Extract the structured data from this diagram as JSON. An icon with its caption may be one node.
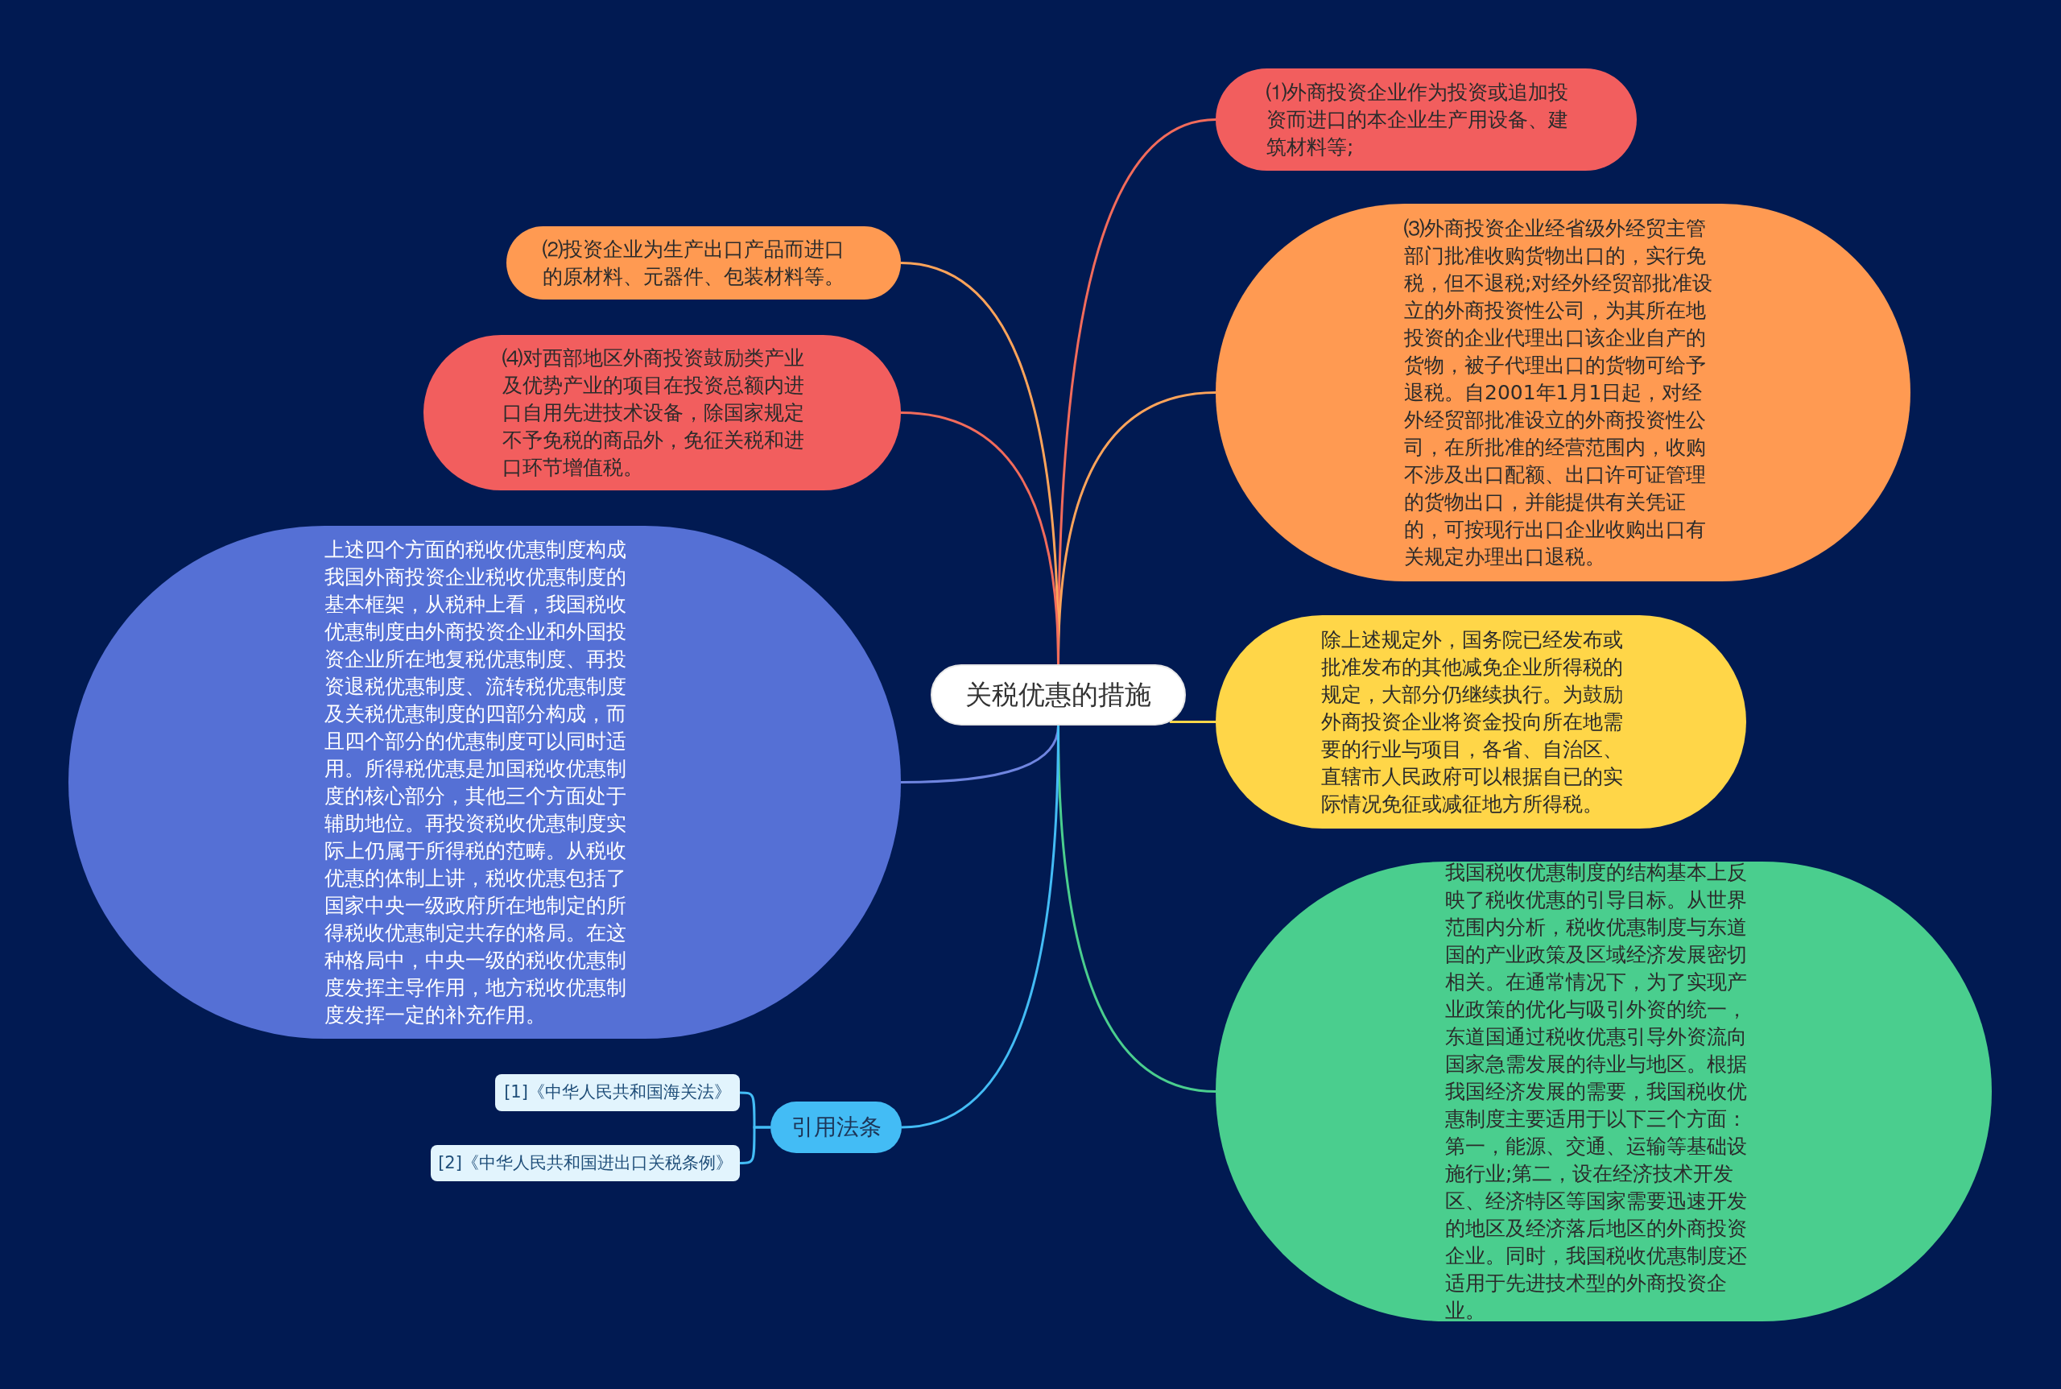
{
  "diagram": {
    "nodes": [
      {
        "text": [
          "关税优惠的措施"
        ]
      },
      {
        "text": [
          "⑴外商投资企业作为投资或追加投资而进口的本企业生产用设备、建筑材料等;"
        ]
      },
      {
        "text": [
          "⑵投资企业为生产出口产品而进口的原材料、元器件、包装材料等。"
        ]
      },
      {
        "text": [
          "⑶外商投资企业经省级外经贸主管部门批准收购货物出口的，实行免税，但不退税;对经外经贸部批准设立的外商投资性公司，为其所在地投资的企业代理出口该企业自产的货物，被子代理出口的货物可给予退税。自2001年1月1日起，对经外经贸部批准设立的外商投资性公司，在所批准的经营范围内，收购不涉及出口配额、出口许可证管理的货物出口，并能提供有关凭证的，可按现行出口企业收购出口有关规定办理出口退税。"
        ]
      },
      {
        "text": [
          "⑷对西部地区外商投资鼓励类产业及优势产业的项目在投资总额内进口自用先进技术设备，除国家规定不予免税的商品外，免征关税和进口环节增值税。"
        ]
      },
      {
        "text": [
          "上述四个方面的税收优惠制度构成我国外商投资企业税收优惠制度的基本框架，从税种上看，我国税收优惠制度由外商投资企业和外国投资企业所在地复税优惠制度、再投资退税优惠制度、流转税优惠制度及关税优惠制度的四部分构成，而且四个部分的优惠制度可以同时适用。所得税优惠是加国税收优惠制度的核心部分，其他三个方面处于辅助地位。再投资税收优惠制度实际上仍属于所得税的范畴。从税收优惠的体制上讲，税收优惠包括了国家中央一级政府所在地制定的所得税收优惠制定共存的格局。在这种格局中，中央一级的税收优惠制度发挥主导作用，地方税收优惠制度发挥一定的补充作用。"
        ]
      },
      {
        "text": [
          "除上述规定外，国务院已经发布或批准发布的其他减免企业所得税的规定，大部分仍继续执行。为鼓励外商投资企业将资金投向所在地需要的行业与项目，各省、自治区、直辖市人民政府可以根据自已的实际情况免征或减征地方所得税。"
        ]
      },
      {
        "text": [
          "我国税收优惠制度的结构基本上反映了税收优惠的引导目标。从世界范围内分析，税收优惠制度与东道国的产业政策及区域经济发展密切相关。在通常情况下，为了实现产业政策的优化与吸引外资的统一，东道国通过税收优惠引导外资流向国家急需发展的待业与地区。根据我国经济发展的需要，我国税收优惠制度主要适用于以下三个方面：第一，能源、交通、运输等基础设施行业;第二，设在经济技术开发区、经济特区等国家需要迅速开发的地区及经济落后地区的外商投资企业。同时，我国税收优惠制度还适用于先进技术型的外商投资企业。"
        ]
      },
      {
        "text": [
          "引用法条"
        ]
      },
      {
        "text": [
          "[1]《中华人民共和国海关法》"
        ]
      },
      {
        "text": [
          "[2]《中华人民共和国进出口关税条例》"
        ]
      }
    ],
    "edges": [
      {
        "from": 0,
        "to": 1,
        "arrow": "none",
        "color": "#f26b5b"
      },
      {
        "from": 0,
        "to": 2,
        "arrow": "none",
        "color": "#ffa45a"
      },
      {
        "from": 0,
        "to": 3,
        "arrow": "none",
        "color": "#ffa45a"
      },
      {
        "from": 0,
        "to": 4,
        "arrow": "none",
        "color": "#f26b5b"
      },
      {
        "from": 0,
        "to": 5,
        "arrow": "none",
        "color": "#6f85e0"
      },
      {
        "from": 0,
        "to": 6,
        "arrow": "none",
        "color": "#ffd648"
      },
      {
        "from": 0,
        "to": 7,
        "arrow": "none",
        "color": "#4ace8e"
      },
      {
        "from": 0,
        "to": 8,
        "arrow": "none",
        "color": "#43bcf5"
      },
      {
        "from": 8,
        "to": 9,
        "arrow": "none",
        "color": "#43bcf5"
      },
      {
        "from": 8,
        "to": 10,
        "arrow": "none",
        "color": "#43bcf5"
      }
    ]
  }
}
